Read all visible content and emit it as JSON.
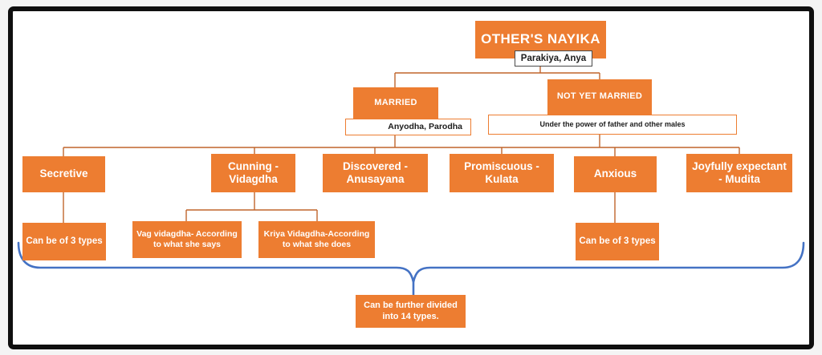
{
  "colors": {
    "node_orange": "#ED7D31",
    "connector_orange": "#C0652C",
    "brace_blue": "#4472C4",
    "frame_black": "#0f0f0f"
  },
  "root": {
    "title": "OTHER'S NAYIKA",
    "subtitle": "Parakiya, Anya"
  },
  "branches": {
    "married": {
      "label": "MARRIED",
      "note": "Anyodha, Parodha"
    },
    "not_yet_married": {
      "label": "NOT YET MARRIED",
      "note": "Under the power of father and other males"
    }
  },
  "types": [
    {
      "label": "Secretive",
      "note": "Can be of 3 types"
    },
    {
      "label": "Cunning - Vidagdha",
      "children": [
        "Vag vidagdha- According to what she says",
        "Kriya Vidagdha-According to what she does"
      ]
    },
    {
      "label": "Discovered - Anusayana"
    },
    {
      "label": "Promiscuous - Kulata"
    },
    {
      "label": "Anxious",
      "note": "Can be of 3 types"
    },
    {
      "label": "Joyfully expectant - Mudita"
    }
  ],
  "footer_note": "Can be further divided into 14 types."
}
